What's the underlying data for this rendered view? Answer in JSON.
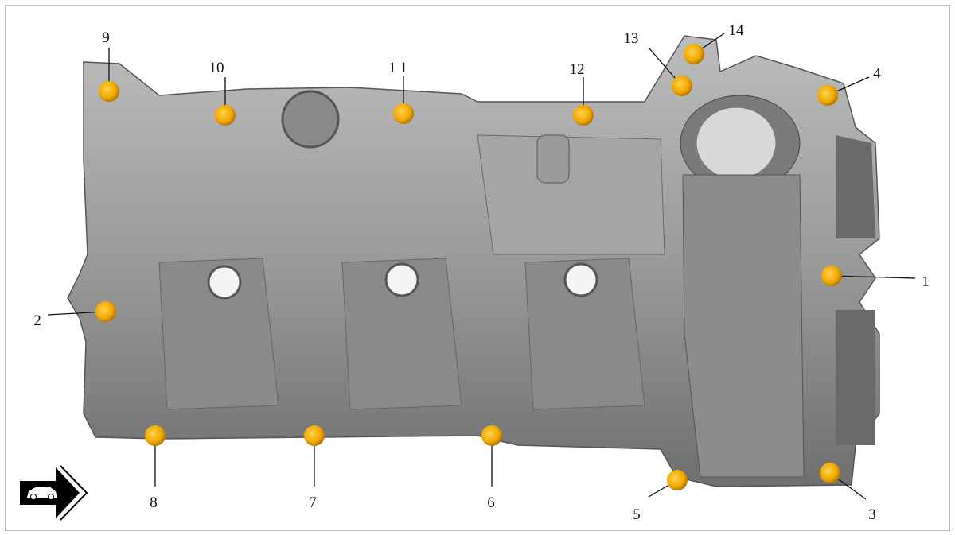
{
  "diagram": {
    "subject": "valve-cover-bolt-tightening-sequence",
    "bolt_color": "#f0a800",
    "bolts": [
      {
        "label": "1"
      },
      {
        "label": "2"
      },
      {
        "label": "3"
      },
      {
        "label": "4"
      },
      {
        "label": "5"
      },
      {
        "label": "6"
      },
      {
        "label": "7"
      },
      {
        "label": "8"
      },
      {
        "label": "9"
      },
      {
        "label": "10"
      },
      {
        "label": "1 1"
      },
      {
        "label": "12"
      },
      {
        "label": "13"
      },
      {
        "label": "14"
      }
    ],
    "direction_icon": "vehicle-forward-arrow-icon"
  }
}
